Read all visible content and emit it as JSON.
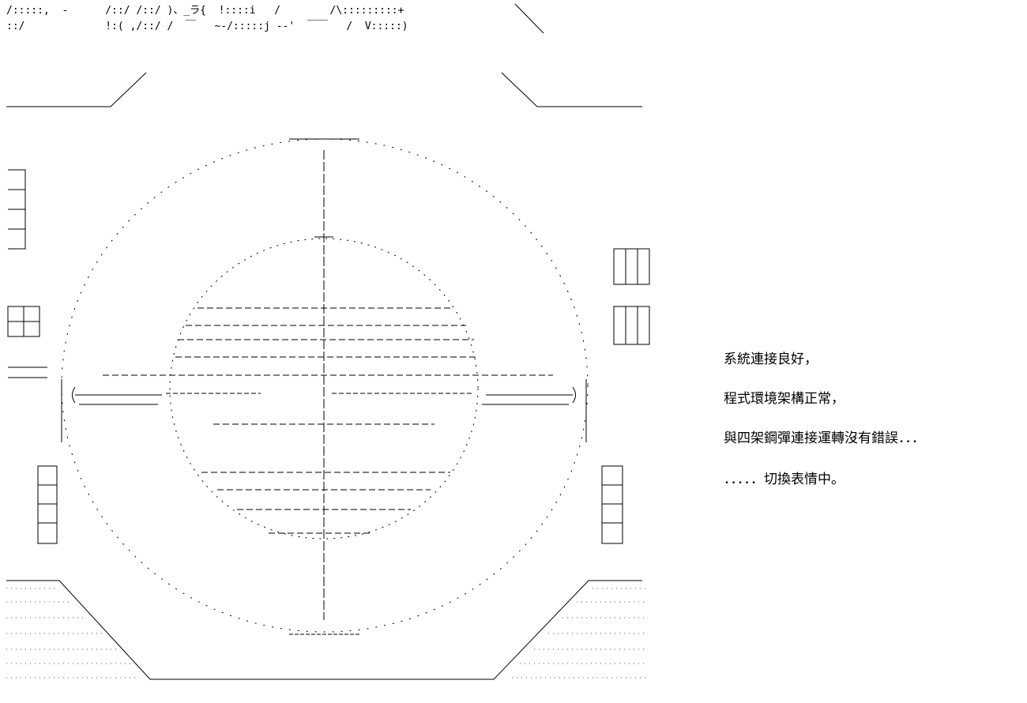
{
  "header_art": {
    "row1": "/:::::,  -      /::/ /::/ )、_ラ{  !::::i   /        /\\:::::::::+",
    "row2": "::/             !:( ,/::/ /  ￣   ~-/:::::j --'  ￣￣   /  V:::::)"
  },
  "message": {
    "lines": [
      "系統連接良好，",
      "程式環境架構正常，",
      "與四架鋼彈連接運轉沒有錯誤．．．",
      "．．．．．切換表情中。"
    ]
  },
  "colors": {
    "ink": "#000000",
    "background": "#ffffff"
  }
}
